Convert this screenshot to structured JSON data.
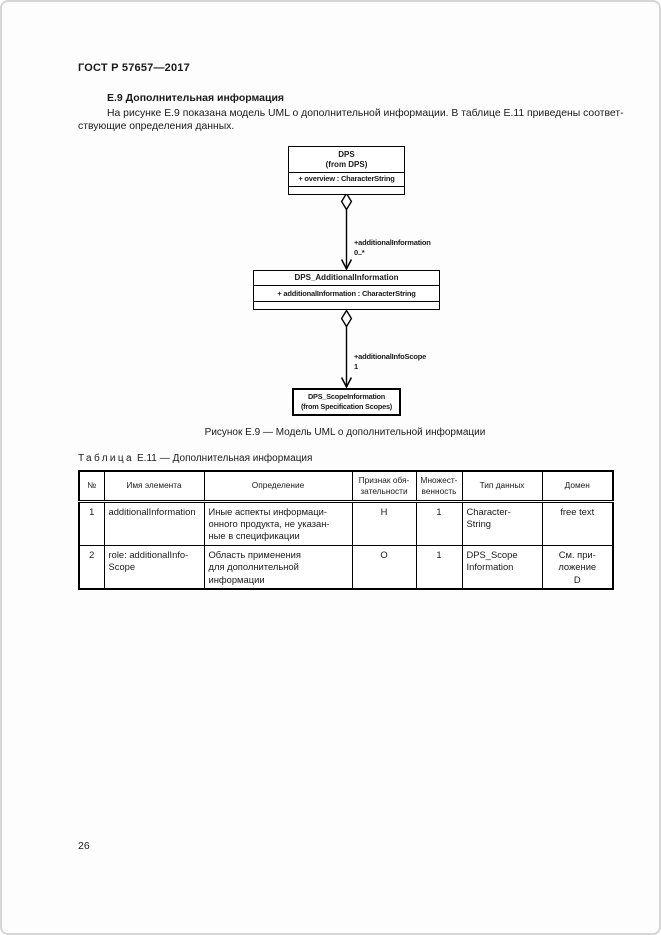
{
  "colors": {
    "ink": "#1a1a1a",
    "paper": "#fdfdfd",
    "line": "#000000"
  },
  "header": {
    "standard_code": "ГОСТ Р 57657—2017"
  },
  "footer": {
    "page_number": "26"
  },
  "section": {
    "heading": "Е.9 Дополнительная информация",
    "paragraph_line1": "На рисунке Е.9 показана модель UML о дополнительной информации. В таблице Е.11 приведены соответ-",
    "paragraph_line2": "ствующие определения данных."
  },
  "diagram": {
    "dps_class": {
      "name": "DPS",
      "stereotype": "(from DPS)",
      "attribute": "+ overview : CharacterString"
    },
    "additional_info_class": {
      "name": "DPS_AdditionalInformation",
      "attribute": "+ additionalInformation : CharacterString"
    },
    "scope_class": {
      "name": "DPS_ScopeInformation",
      "stereotype": "(from Specification Scopes)"
    },
    "link1": {
      "role": "+additionalInformation",
      "multiplicity": "0..*"
    },
    "link2": {
      "role": "+additionalInfoScope",
      "multiplicity": "1"
    },
    "caption": "Рисунок Е.9 — Модель UML о дополнительной информации"
  },
  "table": {
    "label_word": "Таблица",
    "label_number": "Е.11",
    "label_rest": "— Дополнительная информация",
    "headers": {
      "num": "№",
      "element_name": "Имя элемента",
      "definition": "Определение",
      "obligation": "Признак обя-\nзательности",
      "multiplicity": "Множест-\nвенность",
      "data_type": "Тип данных",
      "domain": "Домен"
    },
    "rows": [
      {
        "num": "1",
        "element_name": "additionalInformation",
        "definition": "Иные аспекты информаци-\nонного продукта, не указан-\nные в спецификации",
        "obligation": "Н",
        "multiplicity": "1",
        "data_type": "Character-\nString",
        "domain": "free text"
      },
      {
        "num": "2",
        "element_name": "role: additionalInfo-\nScope",
        "definition": "Область применения\nдля дополнительной\nинформации",
        "obligation": "О",
        "multiplicity": "1",
        "data_type": "DPS_Scope\nInformation",
        "domain": "См. при-\nложение\nD"
      }
    ]
  }
}
